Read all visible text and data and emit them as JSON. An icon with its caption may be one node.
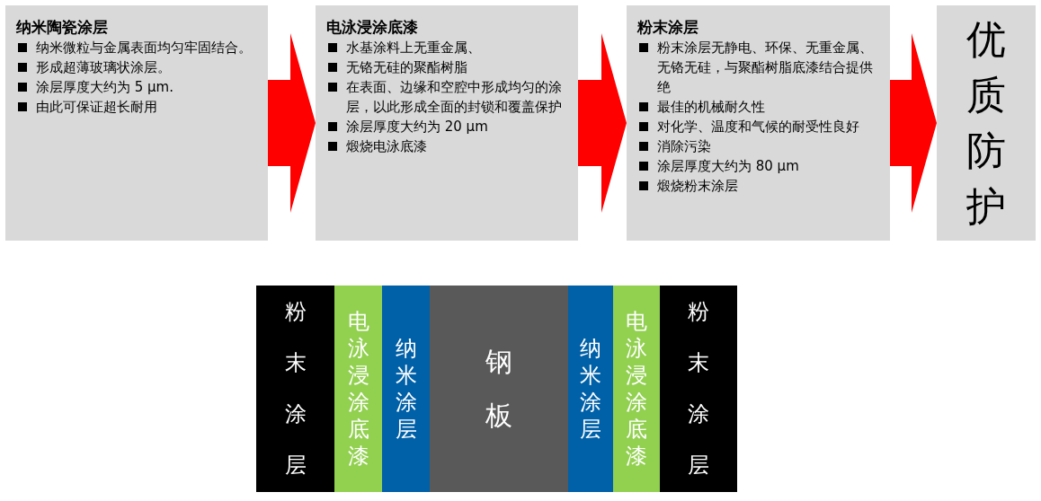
{
  "diagram": {
    "nodes": [
      {
        "text": [
          "纳米陶瓷涂层",
          "纳米微粒与金属表面均匀牢固结合。",
          "形成超薄玻璃状涂层。",
          "涂层厚度大约为 5 μm.",
          "由此可保证超长耐用"
        ]
      },
      {
        "text": [
          "电泳浸涂底漆",
          "水基涂料上无重金属、",
          "无铬无硅的聚酯树脂",
          "在表面、边缘和空腔中形成均匀的涂层，以此形成全面的封锁和覆盖保护",
          "涂层厚度大约为 20 μm",
          "煅烧电泳底漆"
        ]
      },
      {
        "text": [
          "粉末涂层",
          "粉末涂层无静电、环保、无重金属、无铬无硅，与聚酯树脂底漆结合提供绝",
          "最佳的机械耐久性",
          "对化学、温度和气候的耐受性良好",
          "消除污染",
          "涂层厚度大约为 80 μm",
          "煅烧粉末涂层"
        ]
      },
      {
        "text": [
          "优质防护"
        ]
      },
      {
        "text": [
          "粉末涂层"
        ]
      },
      {
        "text": [
          "电泳浸涂底漆"
        ]
      },
      {
        "text": [
          "纳米涂层"
        ]
      },
      {
        "text": [
          "钢板"
        ]
      },
      {
        "text": [
          "纳米涂层"
        ]
      },
      {
        "text": [
          "电泳浸涂底漆"
        ]
      },
      {
        "text": [
          "粉末涂层"
        ]
      }
    ],
    "edges": [
      {
        "from": 0,
        "to": 1,
        "arrow": "to"
      },
      {
        "from": 1,
        "to": 2,
        "arrow": "to"
      },
      {
        "from": 2,
        "to": 3,
        "arrow": "to"
      }
    ]
  }
}
